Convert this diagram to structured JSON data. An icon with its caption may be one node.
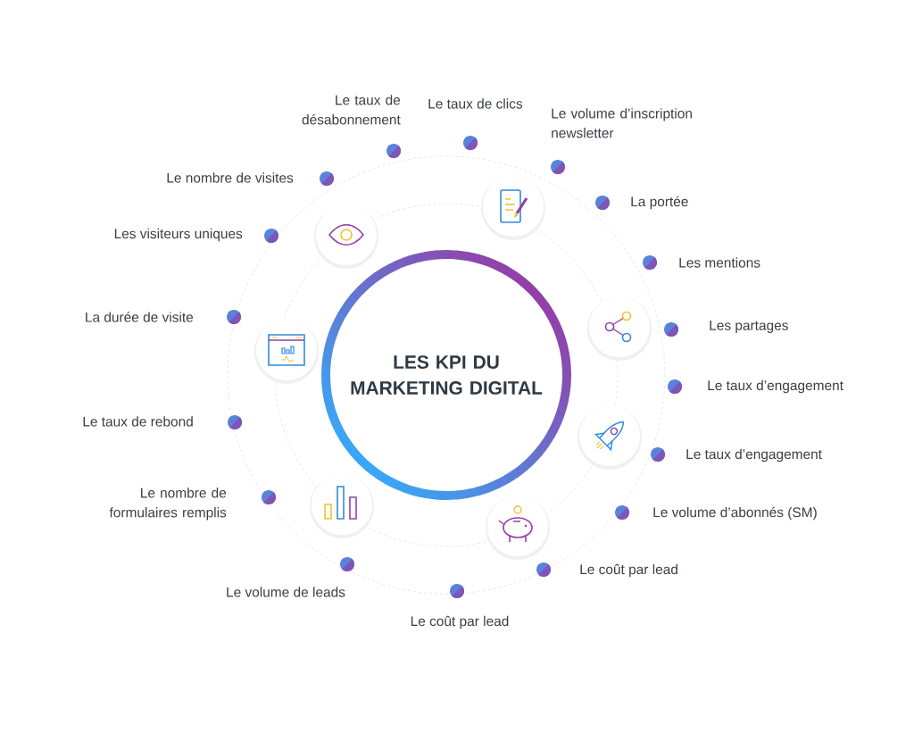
{
  "diagram": {
    "nodes": [
      {
        "text": [
          "LES KPI DU MARKETING DIGITAL"
        ]
      }
    ],
    "labels": [
      "Le taux de désabonnement",
      "Le taux de clics",
      "Le volume d’inscription newsletter",
      "Le nombre de visites",
      "La portée",
      "Les visiteurs uniques",
      "Les mentions",
      "La durée de visite",
      "Les partages",
      "Le taux d’engagement",
      "Le taux de rebond",
      "Le taux d’engagement",
      "Le nombre de formulaires remplis",
      "Le volume d’abonnés (SM)",
      "Le coût par lead",
      "Le volume de leads",
      "Le coût par lead"
    ]
  }
}
